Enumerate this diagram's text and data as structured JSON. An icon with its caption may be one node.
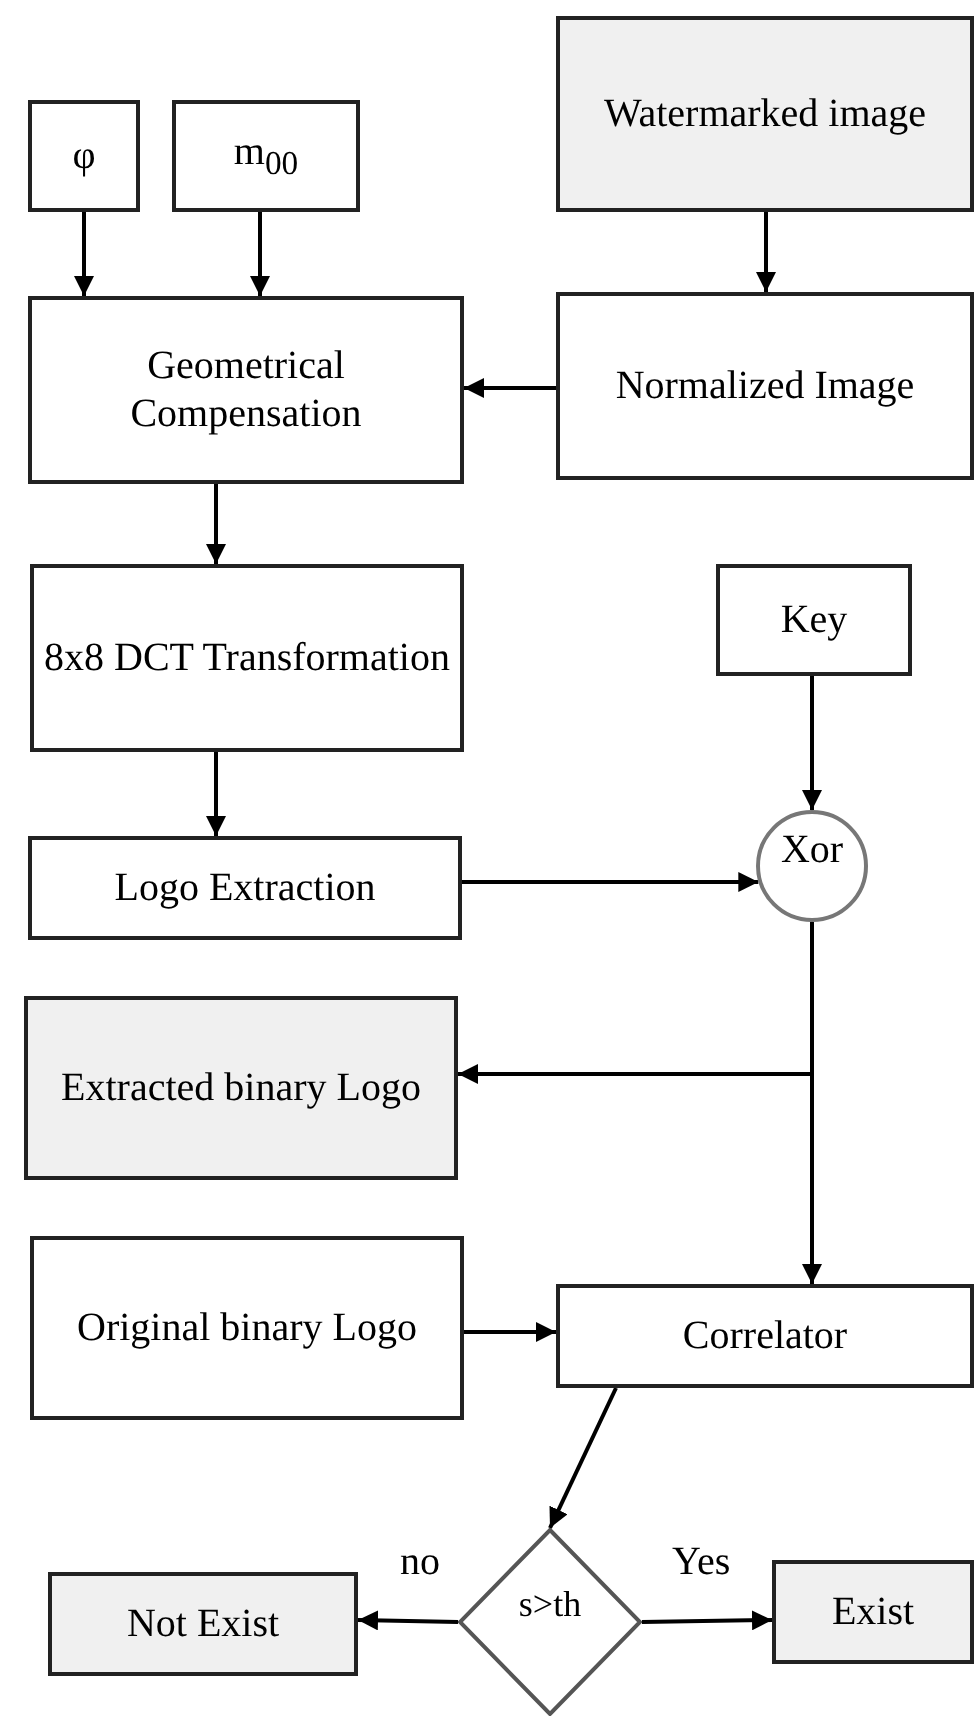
{
  "diagram": {
    "nodes": [
      {
        "text": [
          "φ"
        ]
      },
      {
        "text": [
          "m$_{00}$"
        ]
      },
      {
        "text": [
          "Watermarked image"
        ]
      },
      {
        "text": [
          "Geometrical Compensation"
        ]
      },
      {
        "text": [
          "Normalized Image"
        ]
      },
      {
        "text": [
          "8x8 DCT Transformation"
        ]
      },
      {
        "text": [
          "Key"
        ]
      },
      {
        "text": [
          "Xor"
        ]
      },
      {
        "text": [
          "Logo Extraction"
        ]
      },
      {
        "text": [
          "Extracted binary Logo"
        ]
      },
      {
        "text": [
          "Original binary Logo"
        ]
      },
      {
        "text": [
          "Correlator"
        ]
      },
      {
        "text": [
          "s>th"
        ]
      },
      {
        "text": [
          "Not Exist"
        ]
      },
      {
        "text": [
          "Exist"
        ]
      }
    ],
    "edges": [
      {
        "from": 0,
        "to": 3,
        "arrow": "to"
      },
      {
        "from": 1,
        "to": 3,
        "arrow": "to"
      },
      {
        "from": 2,
        "to": 4,
        "arrow": "to"
      },
      {
        "from": 4,
        "to": 3,
        "arrow": "to"
      },
      {
        "from": 3,
        "to": 5,
        "arrow": "to"
      },
      {
        "from": 5,
        "to": 8,
        "arrow": "to"
      },
      {
        "from": 6,
        "to": 7,
        "arrow": "to"
      },
      {
        "from": 8,
        "to": 7,
        "arrow": "to"
      },
      {
        "from": 7,
        "to": 9,
        "arrow": "to"
      },
      {
        "from": 7,
        "to": 11,
        "arrow": "to"
      },
      {
        "from": 10,
        "to": 11,
        "arrow": "to"
      },
      {
        "from": 11,
        "to": 12,
        "arrow": "to"
      },
      {
        "from": 12,
        "to": 13,
        "label": "no",
        "arrow": "to"
      },
      {
        "from": 12,
        "to": 14,
        "label": "Yes",
        "arrow": "to"
      }
    ]
  }
}
